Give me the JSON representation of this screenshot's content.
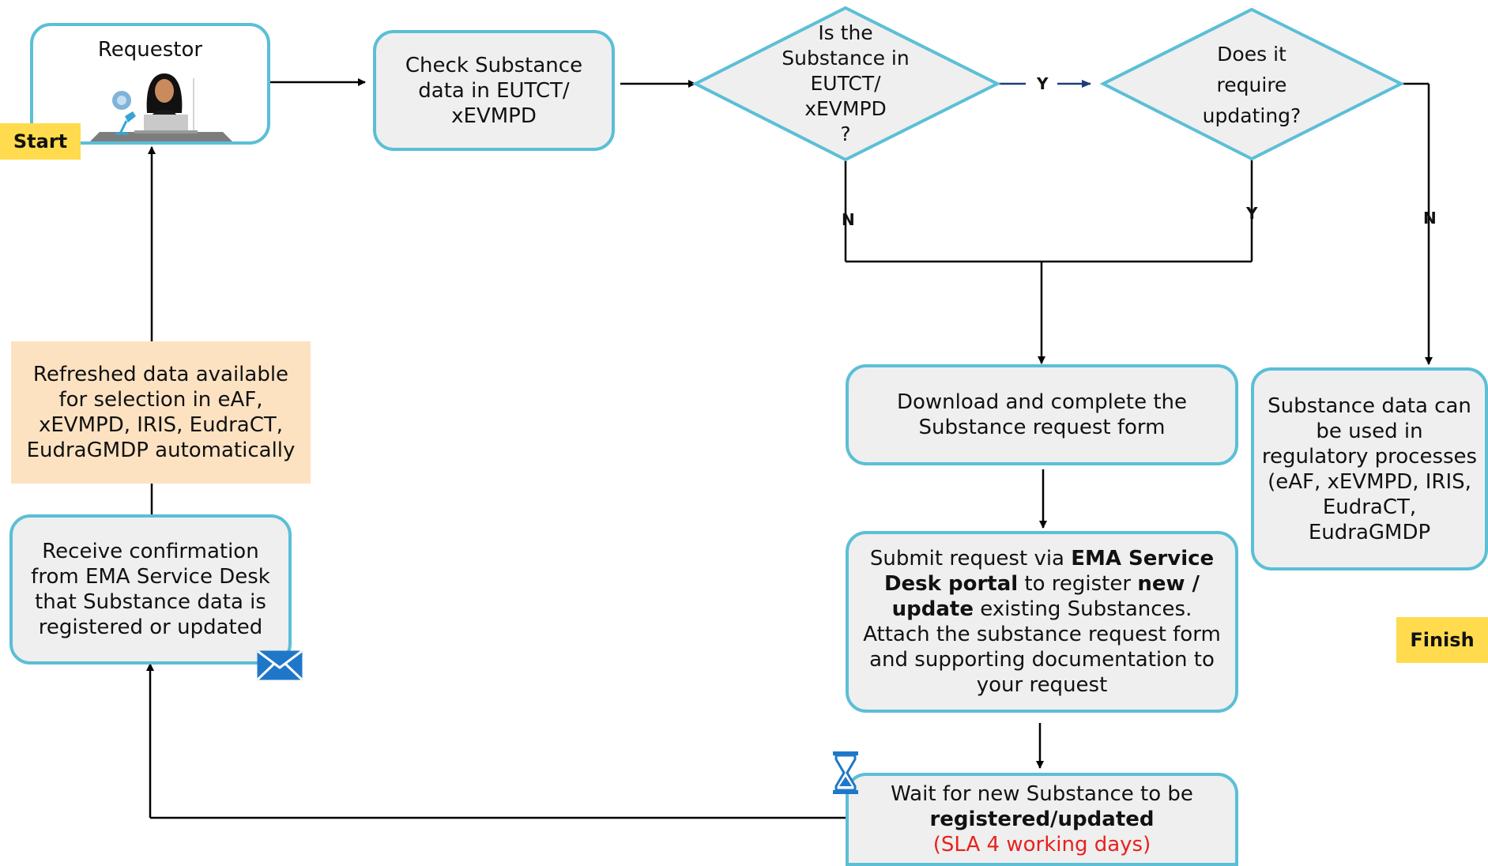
{
  "requestor": {
    "label": "Requestor"
  },
  "start_label": "Start",
  "finish_label": "Finish",
  "check_box": {
    "text": "Check Substance data in EUTCT/ xEVMPD"
  },
  "decision1": {
    "lines": [
      "Is the",
      "Substance in",
      "EUTCT/",
      "xEVMPD",
      "?"
    ]
  },
  "decision2": {
    "lines": [
      "Does it",
      "require",
      "updating?"
    ]
  },
  "labels": {
    "y1": "Y",
    "y2": "Y",
    "n1": "N",
    "n2": "N"
  },
  "download_box": {
    "text": "Download and complete the Substance request form"
  },
  "submit_box": {
    "p1": "Submit request via ",
    "b1": "EMA Service Desk portal",
    "p2": " to register ",
    "b2": "new / update",
    "p3": " existing Substances. Attach the substance request form and supporting documentation to your request"
  },
  "wait_box": {
    "line1": "Wait for new Substance to be",
    "line2": "registered/updated",
    "line3": "(SLA 4 working days)"
  },
  "receive_box": {
    "text": "Receive confirmation from EMA Service Desk that Substance data is registered or updated"
  },
  "refreshed_note": {
    "text": "Refreshed data available for selection in eAF, xEVMPD, IRIS, EudraCT, EudraGMDP automatically"
  },
  "used_box": {
    "text": "Substance data can be used in regulatory processes (eAF, xEVMPD, IRIS, EudraCT, EudraGMDP"
  },
  "colors": {
    "border": "#5bbfd6",
    "box_fill": "#efefef",
    "badge": "#ffdb4d",
    "note": "#fde2c2",
    "sla": "#e8211d"
  }
}
